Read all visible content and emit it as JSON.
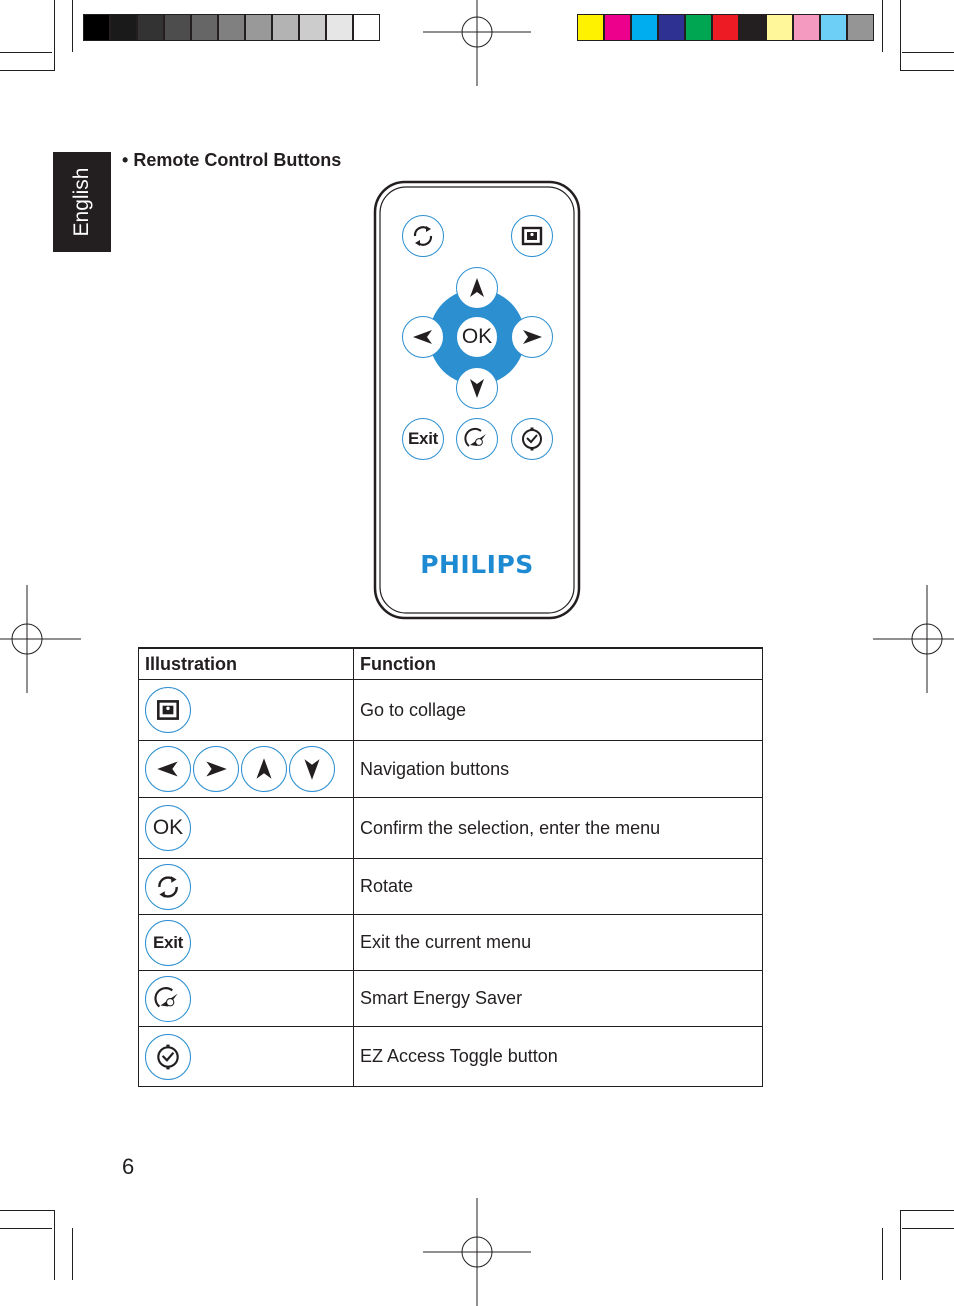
{
  "side_tab": {
    "label": "English"
  },
  "heading": {
    "bullet": "•",
    "text": "Remote Control Buttons"
  },
  "remote": {
    "brand": "PHILIPS",
    "ok_label": "OK",
    "exit_label": "Exit",
    "accent_color": "#2b8fd0",
    "buttons": [
      "rotate-icon",
      "collage-icon",
      "up-arrow-icon",
      "left-arrow-icon",
      "right-arrow-icon",
      "down-arrow-icon",
      "exit",
      "energy-saver-icon",
      "ez-access-icon"
    ]
  },
  "table": {
    "headers": {
      "illustration": "Illustration",
      "function": "Function"
    },
    "rows": [
      {
        "icon": "collage-icon",
        "function": "Go to collage"
      },
      {
        "icon": "navigation-icons",
        "function": "Navigation buttons"
      },
      {
        "icon": "ok",
        "label": "OK",
        "function": "Confirm the selection, enter the menu"
      },
      {
        "icon": "rotate-icon",
        "function": "Rotate"
      },
      {
        "icon": "exit",
        "label": "Exit",
        "function": "Exit the current menu"
      },
      {
        "icon": "energy-saver-icon",
        "function": "Smart Energy Saver"
      },
      {
        "icon": "ez-access-icon",
        "function": "EZ Access Toggle button"
      }
    ]
  },
  "page_number": "6",
  "print_marks": {
    "gray_swatches": [
      "#000000",
      "#1a1a1a",
      "#333333",
      "#4d4d4d",
      "#666666",
      "#808080",
      "#999999",
      "#b3b3b3",
      "#cccccc",
      "#e6e6e6",
      "#ffffff"
    ],
    "color_swatches": [
      "#fff200",
      "#ec008c",
      "#00aeef",
      "#2e3192",
      "#00a651",
      "#ed1c24",
      "#231f20",
      "#fff799",
      "#f49ac1",
      "#6dcff6",
      "#959595"
    ]
  }
}
